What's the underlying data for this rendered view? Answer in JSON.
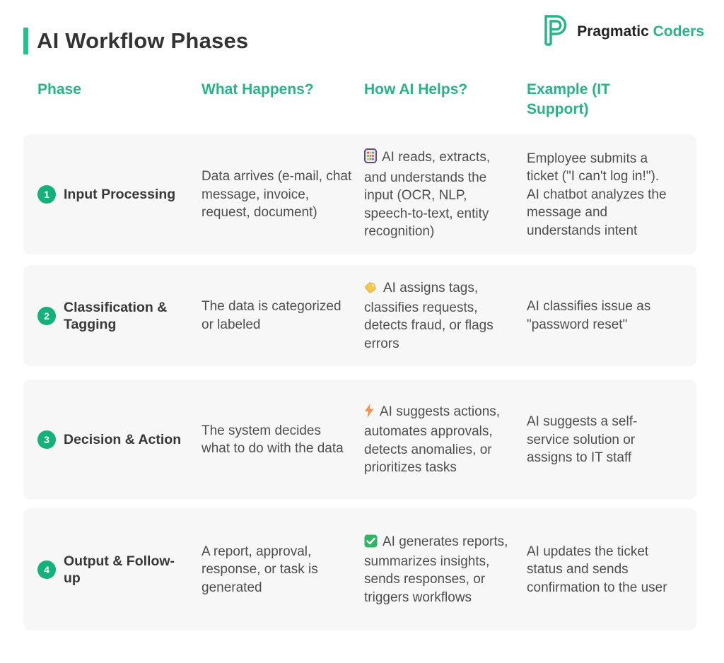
{
  "header": {
    "title": "AI Workflow Phases",
    "logo_text_dark": "Pragmatic",
    "logo_text_green": "Coders"
  },
  "columns": [
    "Phase",
    "What Happens?",
    "How AI Helps?",
    "Example (IT Support)"
  ],
  "rows": [
    {
      "number": "1",
      "phase": "Input Processing",
      "what_happens": "Data arrives (e-mail, chat message, invoice, request, document)",
      "icon": "abacus-icon",
      "how_ai_helps": "AI reads, extracts, and understands the input (OCR, NLP, speech-to-text, entity recognition)",
      "example": "Employee submits a ticket (\"I can't log in!\"). AI chatbot analyzes the message and understands intent"
    },
    {
      "number": "2",
      "phase": "Classification & Tagging",
      "what_happens": "The data is categorized or labeled",
      "icon": "tag-icon",
      "how_ai_helps": "AI assigns tags, classifies requests, detects fraud, or flags errors",
      "example": "AI classifies issue as \"password reset\""
    },
    {
      "number": "3",
      "phase": "Decision & Action",
      "what_happens": "The system decides what to do with the data",
      "icon": "lightning-icon",
      "how_ai_helps": "AI suggests actions, automates approvals, detects anomalies, or prioritizes tasks",
      "example": "AI suggests a self-service solution or assigns to IT staff"
    },
    {
      "number": "4",
      "phase": "Output & Follow-up",
      "what_happens": "A report, approval, response, or task is generated",
      "icon": "check-icon",
      "how_ai_helps": "AI generates reports, summarizes insights, sends responses, or triggers workflows",
      "example": "AI updates the ticket status and sends confirmation to the user"
    }
  ],
  "colors": {
    "accent_green": "#2ab287",
    "title_bar_green": "#23c28b",
    "badge_green": "#14b17d",
    "row_background": "#f7f7f7",
    "title_text": "#333333",
    "body_text": "#4e4e4e"
  },
  "chart_data": {
    "type": "table",
    "title": "AI Workflow Phases",
    "columns": [
      "Phase",
      "What Happens?",
      "How AI Helps?",
      "Example (IT Support)"
    ],
    "rows": [
      [
        "1. Input Processing",
        "Data arrives (e-mail, chat message, invoice, request, document)",
        "AI reads, extracts, and understands the input (OCR, NLP, speech-to-text, entity recognition)",
        "Employee submits a ticket (\"I can't log in!\"). AI chatbot analyzes the message and understands intent"
      ],
      [
        "2. Classification & Tagging",
        "The data is categorized or labeled",
        "AI assigns tags, classifies requests, detects fraud, or flags errors",
        "AI classifies issue as \"password reset\""
      ],
      [
        "3. Decision & Action",
        "The system decides what to do with the data",
        "AI suggests actions, automates approvals, detects anomalies, or prioritizes tasks",
        "AI suggests a self-service solution or assigns to IT staff"
      ],
      [
        "4. Output & Follow-up",
        "A report, approval, response, or task is generated",
        "AI generates reports, summarizes insights, sends responses, or triggers workflows",
        "AI updates the ticket status and sends confirmation to the user"
      ]
    ]
  }
}
